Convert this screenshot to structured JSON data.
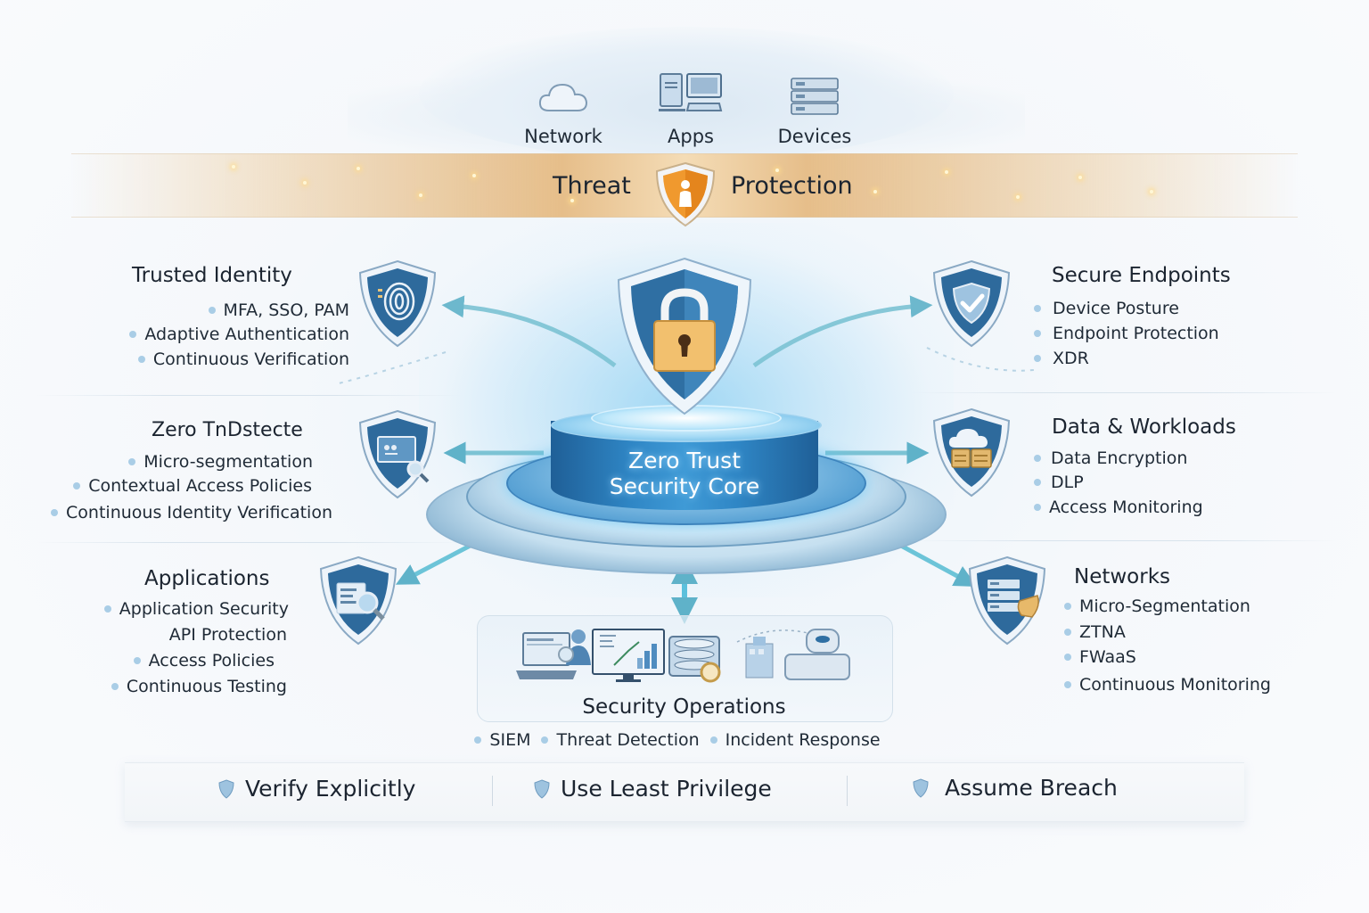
{
  "top_resources": {
    "items": [
      {
        "label": "Network",
        "icon": "cloud-icon"
      },
      {
        "label": "Apps",
        "icon": "desktop-computer-icon"
      },
      {
        "label": "Devices",
        "icon": "server-rack-icon"
      }
    ]
  },
  "threat_protection": {
    "left_label": "Threat",
    "right_label": "Protection",
    "icon": "orange-shield-person-icon",
    "accent_color": "#f0992e"
  },
  "core": {
    "line1": "Zero Trust",
    "line2": "Security Core",
    "icon": "shield-padlock-icon",
    "primary_color": "#2f6fa3",
    "glow_color": "#7cc8ee"
  },
  "left_sections": [
    {
      "title": "Trusted Identity",
      "icon": "fingerprint-shield-icon",
      "bullets": [
        "MFA, SSO, PAM",
        "Adaptive Authentication",
        "Continuous Verification"
      ]
    },
    {
      "title": "Zero TnDstecte",
      "icon": "monitor-magnifier-shield-icon",
      "bullets": [
        "Micro-segmentation",
        "Contextual Access Policies",
        "Continuous Identity Verification"
      ]
    },
    {
      "title": "Applications",
      "icon": "document-magnifier-shield-icon",
      "bullets": [
        "Application Security",
        "API Protection",
        "Access Policies",
        "Continuous Testing"
      ]
    }
  ],
  "right_sections": [
    {
      "title": "Secure Endpoints",
      "icon": "checkmark-shield-icon",
      "bullets": [
        "Device Posture",
        "Endpoint Protection",
        "XDR"
      ]
    },
    {
      "title": "Data & Workloads",
      "icon": "cloud-data-shield-icon",
      "bullets": [
        "Data Encryption",
        "DLP",
        "Access Monitoring"
      ]
    },
    {
      "title": "Networks",
      "icon": "network-firewall-shield-icon",
      "bullets": [
        "Micro-Segmentation",
        "ZTNA",
        "FWaaS",
        "Continuous Monitoring"
      ]
    }
  ],
  "security_operations": {
    "title": "Security Operations",
    "items": [
      "SIEM",
      "Threat Detection",
      "Incident Response"
    ]
  },
  "principles": [
    {
      "label": "Verify Explicitly"
    },
    {
      "label": "Use Least Privilege"
    },
    {
      "label": "Assume Breach"
    }
  ]
}
